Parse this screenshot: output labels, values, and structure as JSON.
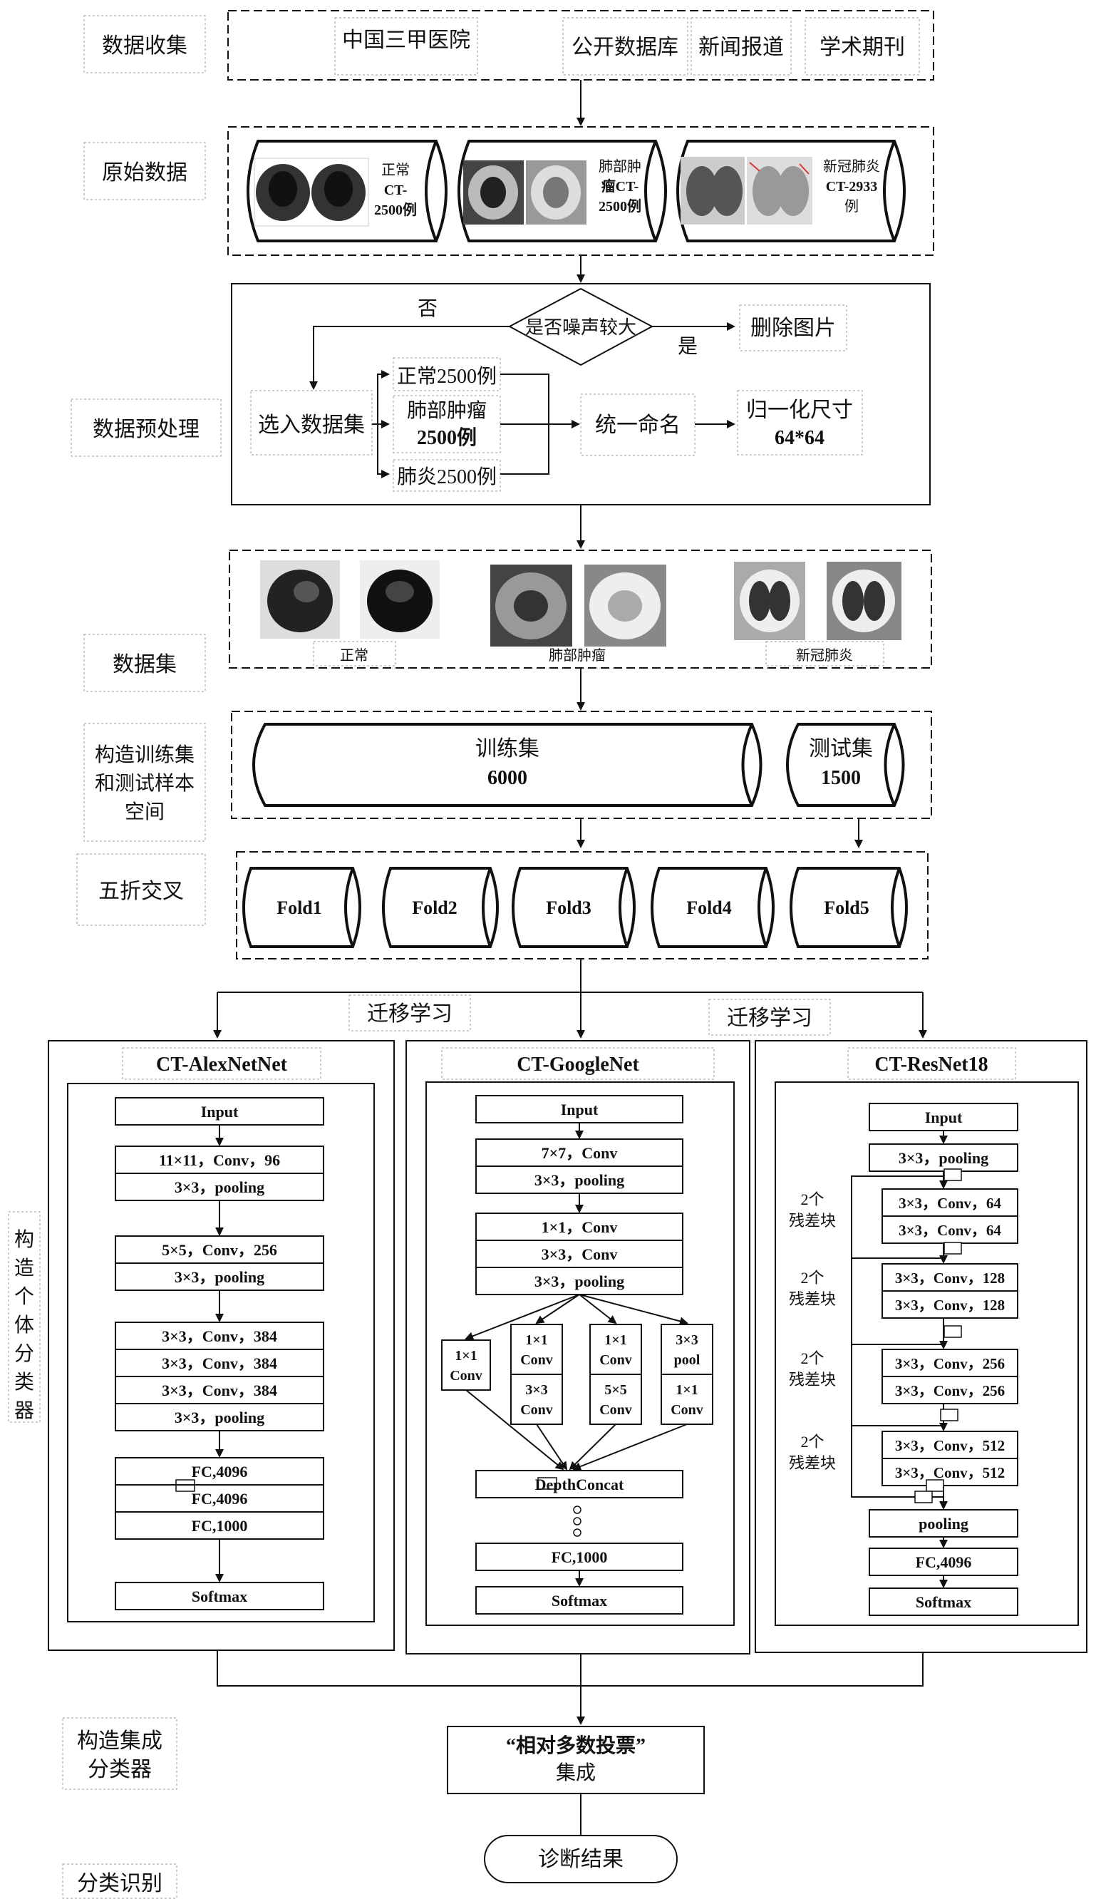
{
  "stages": {
    "collect": "数据收集",
    "raw": "原始数据",
    "preprocess": "数据预处理",
    "dataset": "数据集",
    "build_line1": "构造训练集",
    "build_line2": "和测试样本",
    "build_line3": "空间",
    "fivefold": "五折交叉",
    "classifiers": [
      "构",
      "造",
      "个",
      "体",
      "分",
      "类",
      "器"
    ],
    "ensemble_line1": "构造集成",
    "ensemble_line2": "分类器",
    "recognize": "分类识别"
  },
  "sources": [
    "中国三甲医院",
    "公开数据库",
    "新闻报道",
    "学术期刊"
  ],
  "raw_data": [
    {
      "lines": [
        "正常",
        "CT-",
        "2500例"
      ]
    },
    {
      "lines": [
        "肺部肿",
        "瘤CT-",
        "2500例"
      ]
    },
    {
      "lines": [
        "新冠肺炎",
        "CT-2933",
        "例"
      ]
    }
  ],
  "preprocessing": {
    "decision": "是否噪声较大",
    "no": "否",
    "yes": "是",
    "delete": "删除图片",
    "select": "选入数据集",
    "classes": [
      {
        "lines": [
          "正常2500例"
        ]
      },
      {
        "lines": [
          "肺部肿瘤",
          "2500例"
        ]
      },
      {
        "lines": [
          "肺炎2500例"
        ]
      }
    ],
    "rename": "统一命名",
    "normalize": [
      "归一化尺寸",
      "64*64"
    ]
  },
  "dataset_labels": [
    "正常",
    "肺部肿瘤",
    "新冠肺炎"
  ],
  "split": {
    "train": [
      "训练集",
      "6000"
    ],
    "test": [
      "测试集",
      "1500"
    ]
  },
  "folds": [
    "Fold1",
    "Fold2",
    "Fold3",
    "Fold4",
    "Fold5"
  ],
  "transfer_label": "迁移学习",
  "models": {
    "alexnet": {
      "title": "CT-AlexNetNet",
      "layers": [
        "Input",
        "11×11，Conv，96",
        "3×3，pooling",
        "5×5，Conv，256",
        "3×3，pooling",
        "3×3，Conv，384",
        "3×3，Conv，384",
        "3×3，Conv，384",
        "3×3，pooling",
        "FC,4096",
        "FC,4096",
        "FC,1000",
        "Softmax"
      ]
    },
    "googlenet": {
      "title": "CT-GoogleNet",
      "layers": [
        "Input",
        "7×7，Conv",
        "3×3，pooling",
        "1×1，Conv",
        "3×3，Conv",
        "3×3，pooling"
      ],
      "inception": {
        "b1": [
          "1×1",
          "Conv"
        ],
        "b2_top": [
          "1×1",
          "Conv"
        ],
        "b2_bottom": [
          "3×3",
          "Conv"
        ],
        "b3_top": [
          "1×1",
          "Conv"
        ],
        "b3_bottom": [
          "5×5",
          "Conv"
        ],
        "b4_top": [
          "3×3",
          "pool"
        ],
        "b4_bottom": [
          "1×1",
          "Conv"
        ]
      },
      "concat": "DepthConcat",
      "tail": [
        "FC,1000",
        "Softmax"
      ]
    },
    "resnet": {
      "title": "CT-ResNet18",
      "layers": [
        "Input",
        "3×3，pooling",
        "3×3，Conv，64",
        "3×3，Conv，64",
        "3×3，Conv，128",
        "3×3，Conv，128",
        "3×3，Conv，256",
        "3×3，Conv，256",
        "3×3，Conv，512",
        "3×3，Conv，512",
        "pooling",
        "FC,4096",
        "Softmax"
      ],
      "residual_label": [
        "2个",
        "残差块"
      ]
    }
  },
  "ensemble": [
    "“相对多数投票”",
    "集成"
  ],
  "result": "诊断结果"
}
